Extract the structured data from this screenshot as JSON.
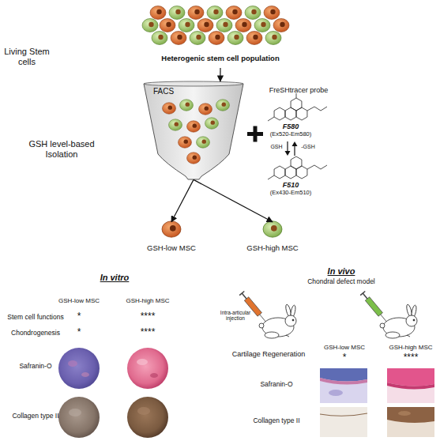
{
  "diagram": {
    "nodes": [
      {
        "text": [
          "Heterogenic stem cell population"
        ]
      },
      {
        "text": [
          "FACS"
        ]
      },
      {
        "text": [
          "GSH-low MSC"
        ]
      },
      {
        "text": [
          "GSH-high MSC"
        ]
      }
    ],
    "edges": [
      {
        "from": 0,
        "to": 1,
        "arrow": "to"
      },
      {
        "from": 1,
        "to": 2,
        "arrow": "to"
      },
      {
        "from": 1,
        "to": 3,
        "arrow": "to"
      }
    ],
    "labels": [
      "Living Stem cells",
      "GSH level-based Isolation",
      "FreSHtracer probe",
      "F580",
      "(Ex520-Em580)",
      "GSH",
      "-GSH",
      "F510",
      "(Ex430-Em510)",
      "In vitro",
      "GSH-low MSC",
      "GSH-high MSC",
      "Stem cell functions",
      "*",
      "****",
      "Chondrogenesis",
      "*",
      "****",
      "Safranin-O",
      "Collagen type II",
      "In vivo",
      "Chondral defect model",
      "Intra-articular injection",
      "Cartilage Regeneration",
      "GSH-low MSC",
      "GSH-high MSC",
      "*",
      "****",
      "Safranin-O",
      "Collagen type II"
    ]
  }
}
